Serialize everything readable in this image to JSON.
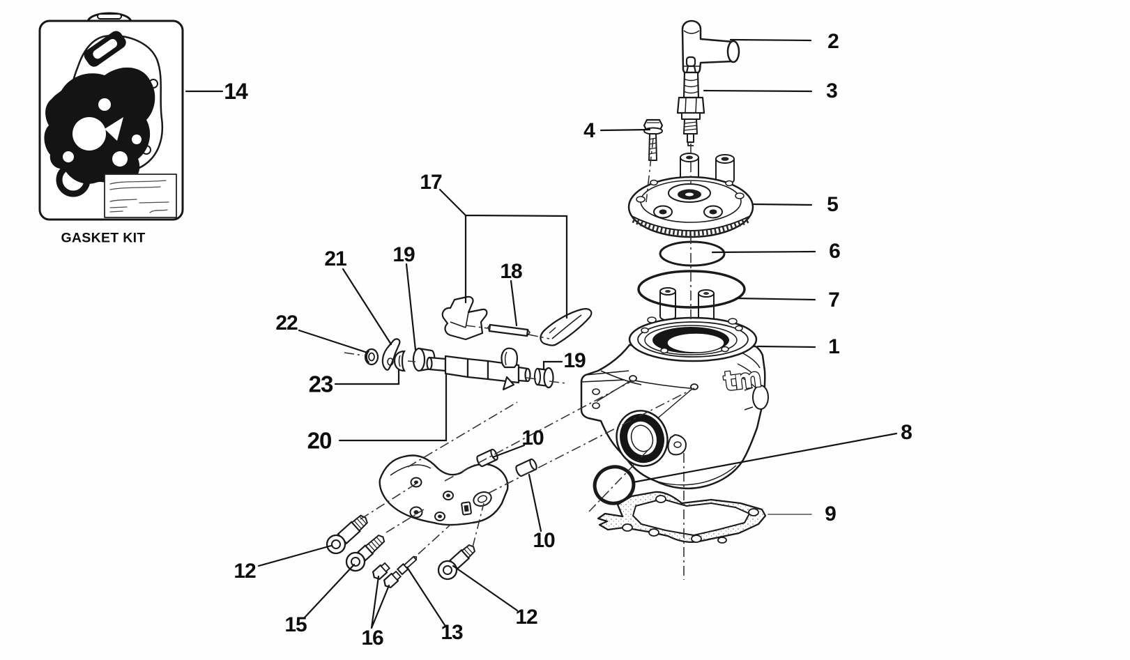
{
  "package": {
    "caption": "GASKET KIT"
  },
  "cylinder": {
    "logo": "tm"
  },
  "colors": {
    "ink": "#141414",
    "paper": "#ffffff"
  },
  "callouts": {
    "c1": "1",
    "c2": "2",
    "c3": "3",
    "c4": "4",
    "c5": "5",
    "c6": "6",
    "c7": "7",
    "c8": "8",
    "c9": "9",
    "c10_upper": "10",
    "c10_lower": "10",
    "c12_left": "12",
    "c12_right": "12",
    "c13": "13",
    "c14": "14",
    "c15": "15",
    "c16": "16",
    "c17": "17",
    "c18": "18",
    "c19_left": "19",
    "c19_right": "19",
    "c20": "20",
    "c21": "21",
    "c22": "22",
    "c23": "23"
  }
}
